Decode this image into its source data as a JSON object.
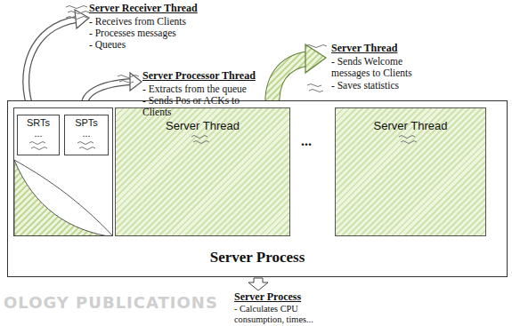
{
  "diagram": {
    "nodes": [
      {
        "text": [
          "Server Process"
        ]
      },
      {
        "text": [
          "SRTs",
          "..."
        ],
        "in": 0
      },
      {
        "text": [
          "SPTs",
          "..."
        ],
        "in": 0
      },
      {
        "text": [
          "Server Thread"
        ],
        "in": 0
      },
      {
        "text": [
          "Server Thread"
        ],
        "in": 0
      }
    ],
    "labels": [
      "Server Receiver Thread",
      "- Receives from Clients",
      "- Processes messages",
      "- Queues",
      "Server Thread",
      "- Sends Welcome messages to Clients",
      "- Saves statistics",
      "Server Processor Thread",
      "- Extracts from the queue",
      "- Sends Pos or ACKs to Clients",
      "...",
      "OLOGY PUBLICATIONS",
      "Server Process",
      "- Calculates CPU consumption, times..."
    ]
  }
}
